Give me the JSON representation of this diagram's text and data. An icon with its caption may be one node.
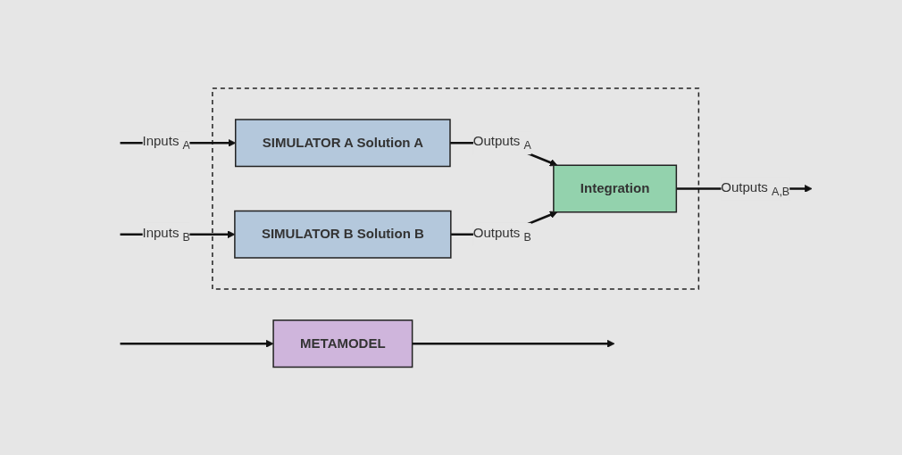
{
  "diagram": {
    "nodes": [
      {
        "text": [],
        "shape": "box"
      },
      {
        "text": [
          "SIMULATOR A Solution A"
        ],
        "in": 0
      },
      {
        "text": [
          "SIMULATOR B Solution B"
        ],
        "in": 0
      },
      {
        "text": [
          "Integration"
        ],
        "in": 0
      },
      {
        "text": [
          "METAMODEL"
        ]
      }
    ],
    "edges": [
      {
        "from": null,
        "to": 1,
        "arrow": "to",
        "label": "Inputs $_{A}$"
      },
      {
        "from": null,
        "to": 2,
        "arrow": "to",
        "label": "Inputs $_{B}$"
      },
      {
        "from": null,
        "to": 4,
        "arrow": "to"
      },
      {
        "from": 1,
        "to": 3,
        "arrow": "to",
        "label": "Outputs $_{A}$"
      },
      {
        "from": 2,
        "to": 3,
        "arrow": "to",
        "label": "Outputs $_{B}$"
      },
      {
        "from": 3,
        "to": null,
        "arrow": "to",
        "label": "Outputs $_{A,B}$"
      },
      {
        "from": 4,
        "to": null,
        "arrow": "to"
      }
    ]
  }
}
